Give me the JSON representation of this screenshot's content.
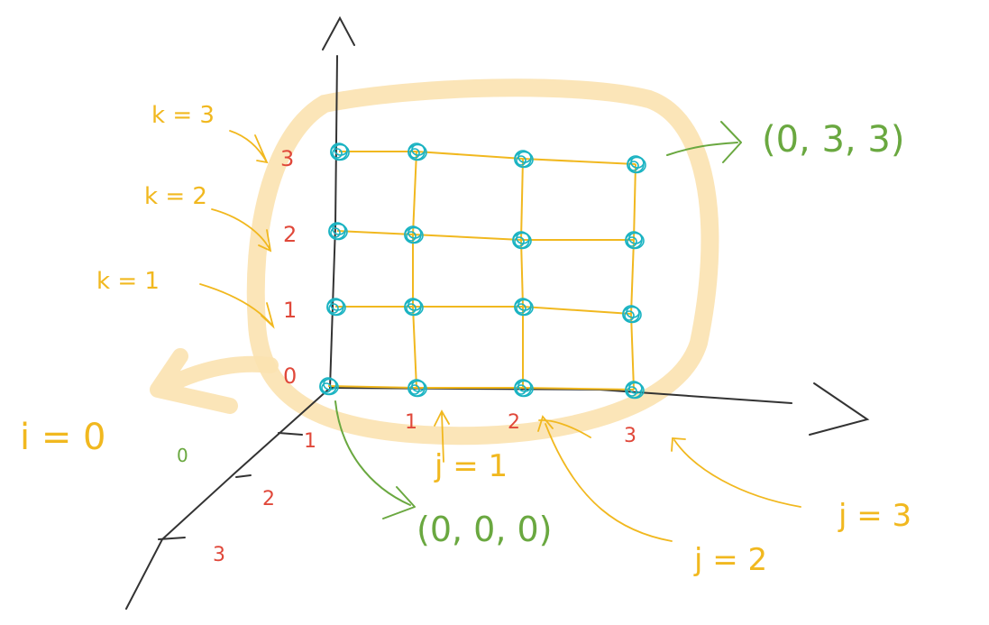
{
  "colors": {
    "axis": "#333333",
    "grid": "#f1b81f",
    "node": "#1ab3c2",
    "tick_number": "#e0483a",
    "label": "#f1b81f",
    "coordinate": "#6aa840",
    "highlight": "#fbe2b0"
  },
  "x_axis": {
    "ticks": [
      "1",
      "2",
      "3"
    ],
    "labels": [
      "j = 1",
      "j = 2",
      "j = 3"
    ]
  },
  "y_axis": {
    "ticks": [
      "0",
      "1",
      "2",
      "3"
    ],
    "labels": [
      "k = 1",
      "k = 2",
      "k = 3"
    ]
  },
  "z_axis": {
    "ticks": [
      "1",
      "2",
      "3"
    ],
    "labels": [
      "i = 0"
    ],
    "marker": "0"
  },
  "grid": {
    "columns": 4,
    "rows": 4
  },
  "annotations": {
    "top_right_point": "(0, 3, 3)",
    "origin_point": "(0, 0, 0)"
  }
}
